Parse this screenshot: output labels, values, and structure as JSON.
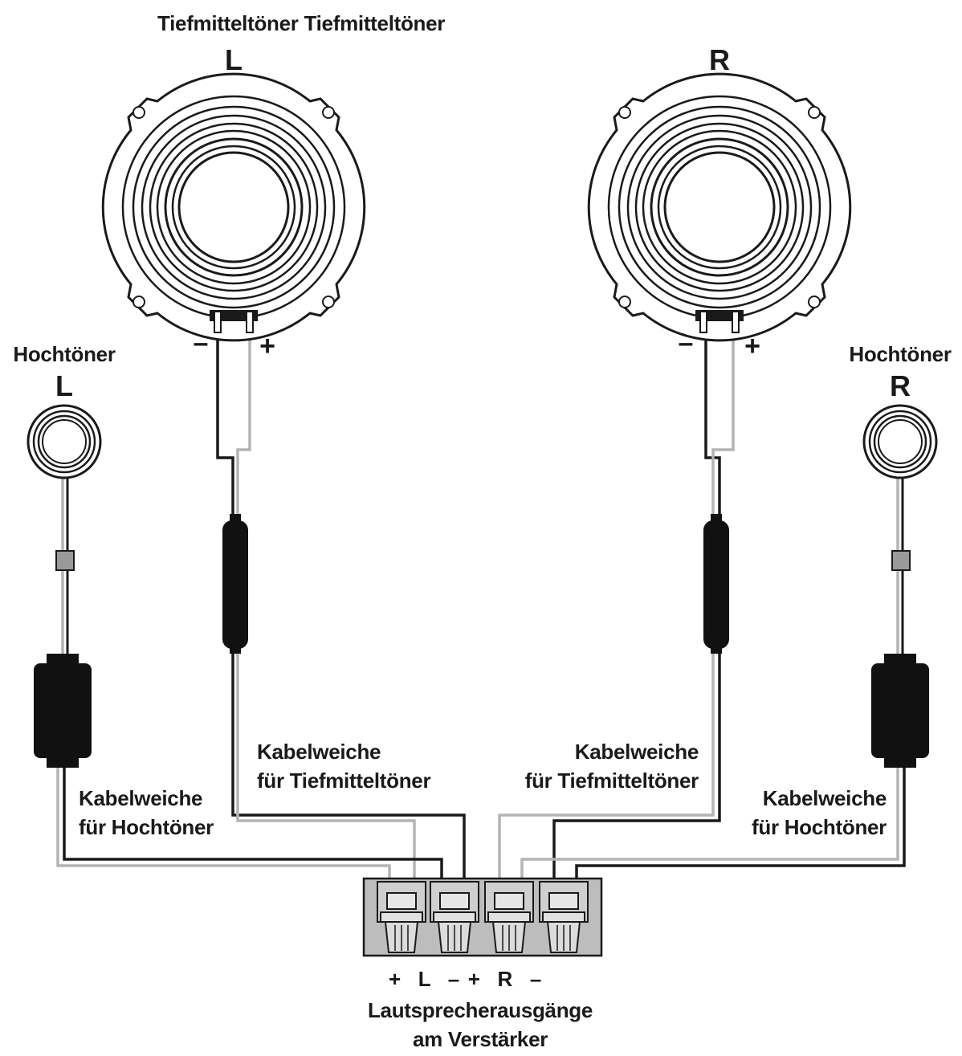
{
  "woofer_heading": "Tiefmitteltöner Tiefmitteltöner",
  "woofer_left_channel": "L",
  "woofer_right_channel": "R",
  "woofer_left_minus": "–",
  "woofer_left_plus": "+",
  "woofer_right_minus": "–",
  "woofer_right_plus": "+",
  "tweeter_left_title": "Hochtöner",
  "tweeter_left_channel": "L",
  "tweeter_right_title": "Hochtöner",
  "tweeter_right_channel": "R",
  "crossover_tweeter_left": {
    "line1": "Kabelweiche",
    "line2": "für Hochtöner"
  },
  "crossover_woofer_left": {
    "line1": "Kabelweiche",
    "line2": "für Tiefmitteltöner"
  },
  "crossover_woofer_right": {
    "line1": "Kabelweiche",
    "line2": "für Tiefmitteltöner"
  },
  "crossover_tweeter_right": {
    "line1": "Kabelweiche",
    "line2": "für Hochtöner"
  },
  "terminal_markings": "+  L  – +  R  –",
  "amp_outputs": {
    "line1": "Lautsprecherausgänge",
    "line2": "am Verstärker"
  },
  "colors": {
    "line": "#1a1a1a",
    "wire_grey": "#b4b4b4",
    "terminal": "#bdbdbd",
    "filter": "#111111"
  }
}
